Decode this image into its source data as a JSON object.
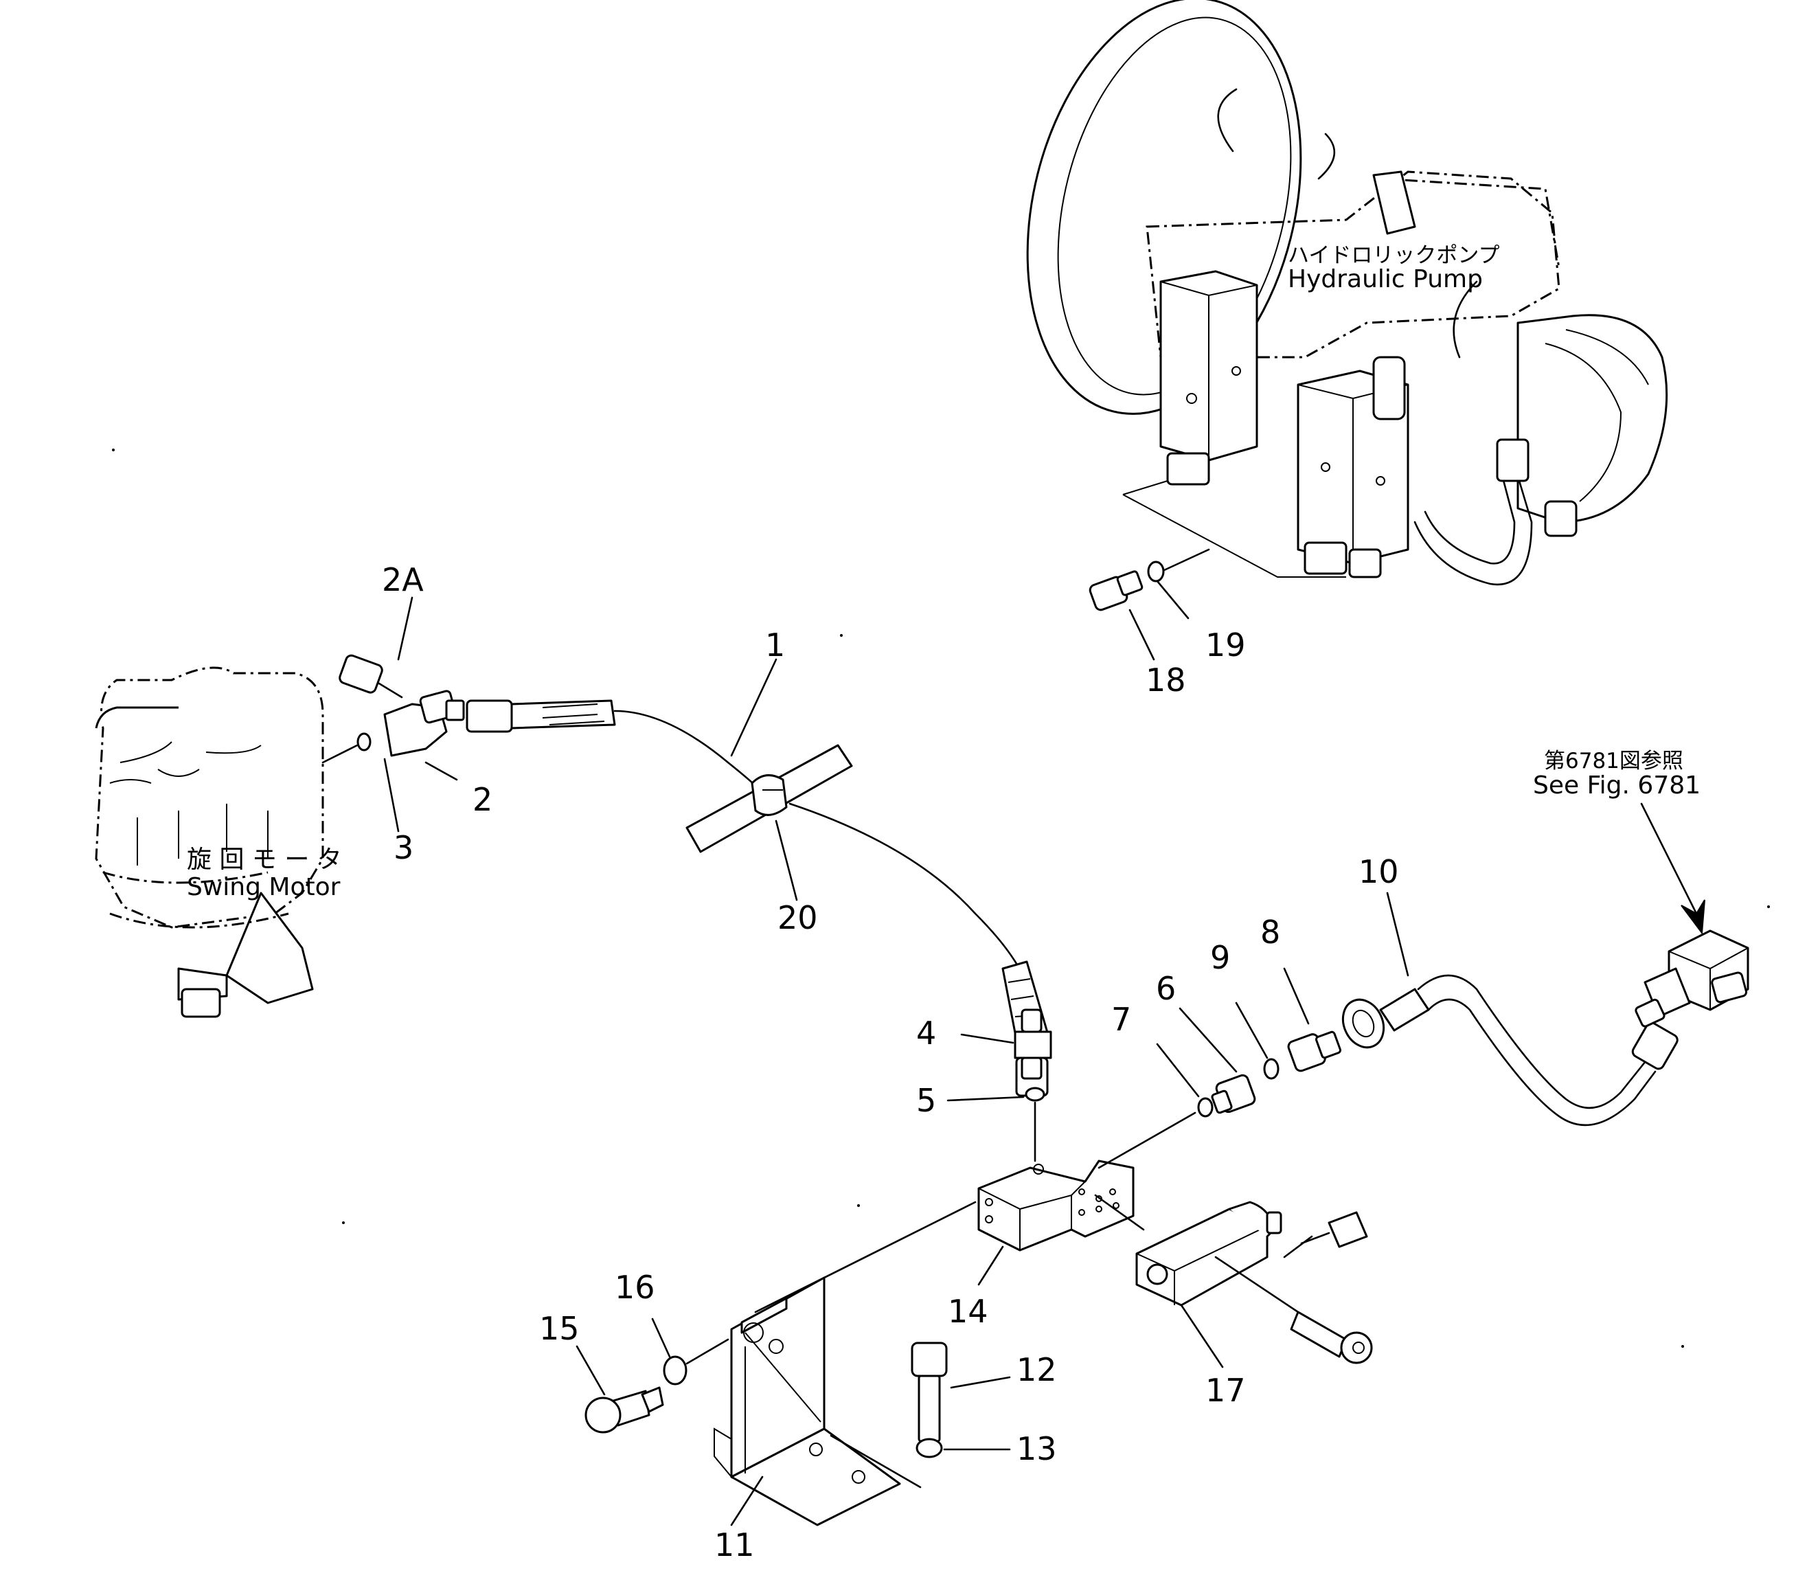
{
  "parts": [
    {
      "id": "p1",
      "label": "1"
    },
    {
      "id": "p2",
      "label": "2"
    },
    {
      "id": "p2a",
      "label": "2A"
    },
    {
      "id": "p3",
      "label": "3"
    },
    {
      "id": "p4",
      "label": "4"
    },
    {
      "id": "p5",
      "label": "5"
    },
    {
      "id": "p6",
      "label": "6"
    },
    {
      "id": "p7",
      "label": "7"
    },
    {
      "id": "p8",
      "label": "8"
    },
    {
      "id": "p9",
      "label": "9"
    },
    {
      "id": "p10",
      "label": "10"
    },
    {
      "id": "p11",
      "label": "11"
    },
    {
      "id": "p12",
      "label": "12"
    },
    {
      "id": "p13",
      "label": "13"
    },
    {
      "id": "p14",
      "label": "14"
    },
    {
      "id": "p15",
      "label": "15"
    },
    {
      "id": "p16",
      "label": "16"
    },
    {
      "id": "p17",
      "label": "17"
    },
    {
      "id": "p18",
      "label": "18"
    },
    {
      "id": "p19",
      "label": "19"
    },
    {
      "id": "p20",
      "label": "20"
    }
  ],
  "assemblies": {
    "hydraulic_pump": {
      "label_jp": "ハイドロリックポンプ",
      "label_en": "Hydraulic  Pump"
    },
    "swing_motor": {
      "label_jp": "旋 回 モ ー タ",
      "label_en": "Swing  Motor"
    }
  },
  "reference": {
    "label_jp": "第6781図参照",
    "label_en": "See  Fig. 6781"
  }
}
